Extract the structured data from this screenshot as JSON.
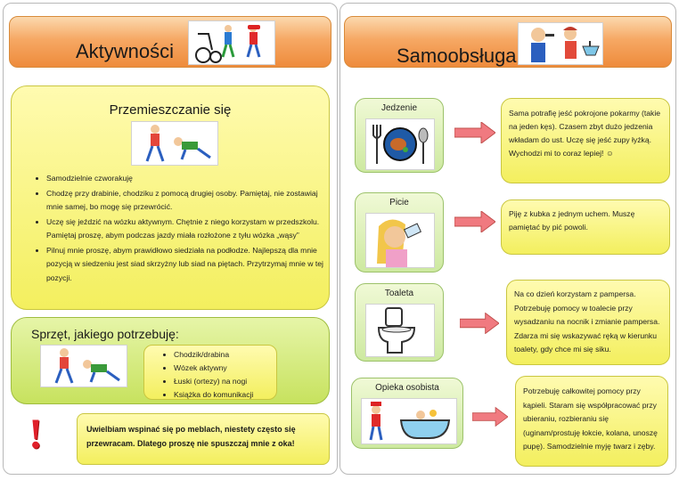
{
  "left": {
    "title": "Aktywności",
    "move_section": {
      "title": "Przemieszczanie się",
      "items": [
        "Samodzielnie czworakuję",
        "Chodzę przy drabinie, chodziku z pomocą drugiej osoby. Pamiętaj, nie zostawiaj mnie samej, bo mogę się przewrócić.",
        "Uczę się jeździć na wózku aktywnym. Chętnie z niego korzystam w przedszkolu. Pamiętaj proszę, abym podczas jazdy miała rozłożone z tyłu wózka „wąsy”",
        "Pilnuj mnie proszę, abym prawidłowo siedziała na podłodze. Najlepszą dla mnie pozycją w siedzeniu jest siad skrzyżny lub siad na piętach. Przytrzymaj mnie w tej pozycji."
      ]
    },
    "equipment": {
      "title": "Sprzęt, jakiego potrzebuję:",
      "items": [
        "Chodzik/drabina",
        "Wózek aktywny",
        "Łuski (ortezy) na nogi",
        "Książka do komunikacji"
      ]
    },
    "warning": {
      "mark": "!",
      "text": "Uwielbiam wspinać się po meblach, niestety często się przewracam. Dlatego proszę nie spuszczaj mnie z oka!"
    }
  },
  "right": {
    "title": "Samoobsługa",
    "rows": [
      {
        "label": "Jedzenie",
        "text": "Sama potrafię jeść pokrojone pokarmy (takie na jeden kęs). Czasem zbyt dużo jedzenia wkładam do ust. Uczę się jeść zupy łyżką. Wychodzi mi to coraz lepiej! ☺"
      },
      {
        "label": "Picie",
        "text": "Piję z kubka z jednym uchem. Muszę pamiętać by pić powoli."
      },
      {
        "label": "Toaleta",
        "text": "Na co dzień korzystam z pampersa. Potrzebuję pomocy w toalecie przy wysadzaniu na nocnik i zmianie pampersa. Zdarza mi się wskazywać ręką w kierunku toalety, gdy chce mi się siku."
      },
      {
        "label": "Opieka osobista",
        "text": "Potrzebuję całkowitej pomocy przy kąpieli. Staram się współpracować przy ubieraniu, rozbieraniu się (uginam/prostuję łokcie, kolana, unoszę pupę). Samodzielnie myję twarz i zęby."
      }
    ]
  },
  "colors": {
    "header_orange": "#f6a864",
    "yellow_box": "#f7f27a",
    "green_box": "#c7e25e",
    "arrow": "#f07a80",
    "warning_red": "#e0202a"
  }
}
